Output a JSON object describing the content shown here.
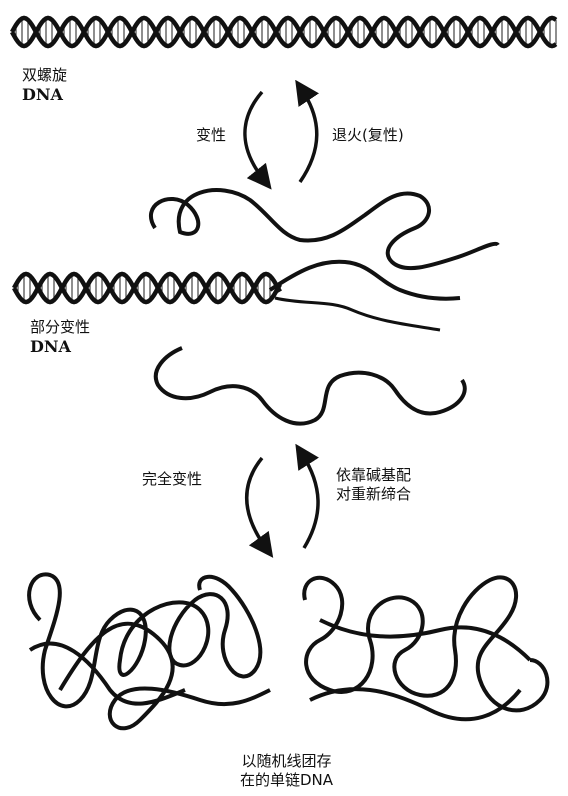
{
  "labels": {
    "double_helix_line1": "双螺旋",
    "double_helix_line2": "DNA",
    "denature": "变性",
    "anneal": "退火(复性)",
    "partial_line1": "部分变性",
    "partial_line2": "DNA",
    "complete_denature": "完全变性",
    "repair_line1": "依靠碱基配",
    "repair_line2": "对重新缔合",
    "random_line1": "以随机线团存",
    "random_line2": "在的单链DNA"
  },
  "colors": {
    "ink": "#111111",
    "background": "#ffffff"
  }
}
